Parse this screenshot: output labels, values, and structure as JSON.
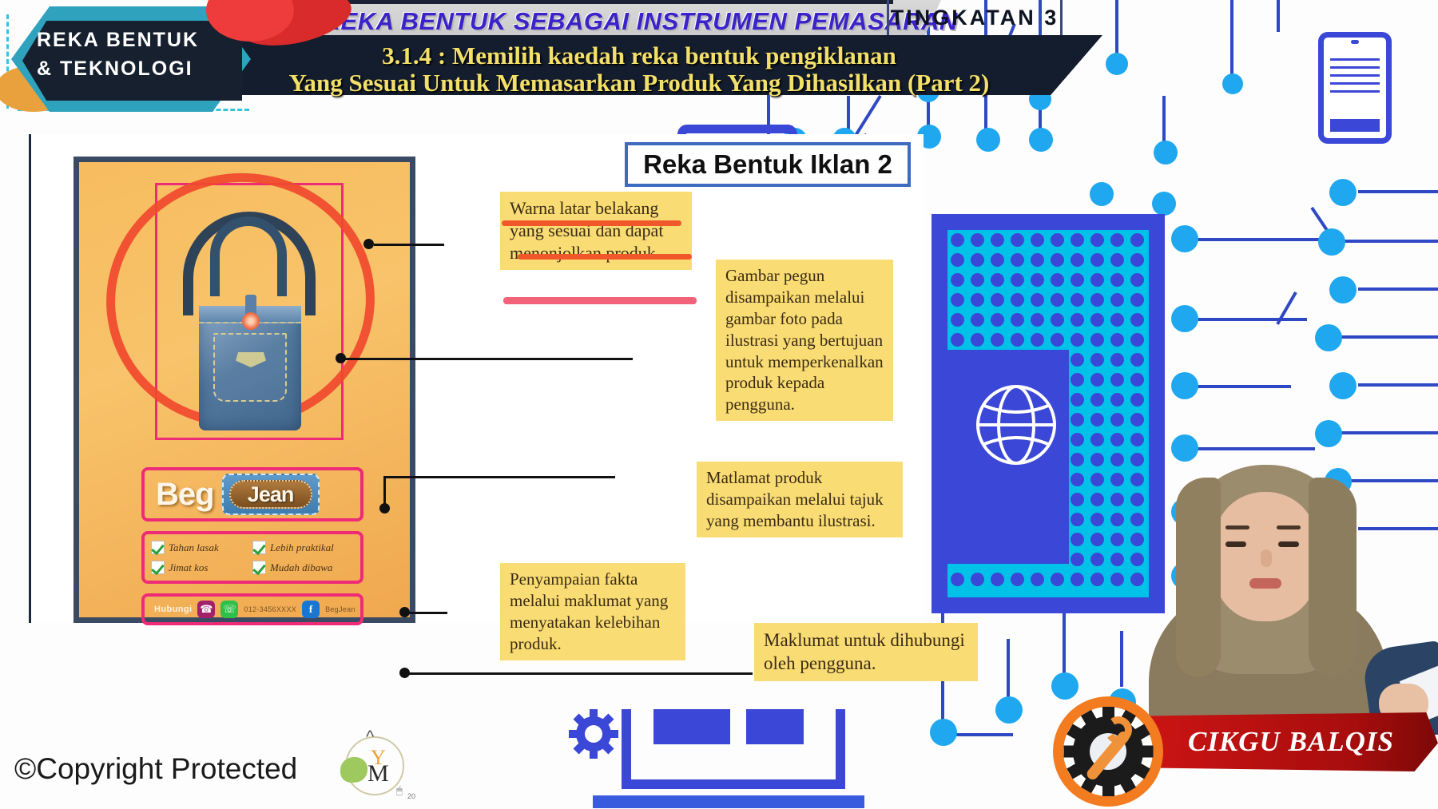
{
  "header": {
    "logo_line1": "REKA BENTUK",
    "logo_line2": "& TEKNOLOGI",
    "topic_code": "3.1 : REKA BENTUK SEBAGAI INSTRUMEN PEMASARAN",
    "form_label": "TINGKATAN 3",
    "subtitle_line1": "3.1.4 : Memilih kaedah reka bentuk pengiklanan",
    "subtitle_line2": "Yang Sesuai Untuk Memasarkan Produk Yang Dihasilkan (Part 2)"
  },
  "slide": {
    "title": "Reka Bentuk Iklan 2",
    "callouts": [
      {
        "id": "c1",
        "text": "Warna latar belakang yang sesuai dan dapat menonjolkan produk."
      },
      {
        "id": "c2",
        "text": "Gambar pegun disampaikan melalui gambar foto pada ilustrasi yang bertujuan untuk memperkenalkan produk kepada pengguna."
      },
      {
        "id": "c3",
        "text": "Matlamat produk disampaikan melalui tajuk yang membantu ilustrasi."
      },
      {
        "id": "c4",
        "text": "Penyampaian fakta melalui maklumat yang menyatakan kelebihan produk."
      },
      {
        "id": "c5",
        "text": "Maklumat untuk dihubungi oleh pengguna."
      }
    ]
  },
  "poster": {
    "brand_word1": "Beg",
    "brand_word2": "Jean",
    "features": [
      "Tahan lasak",
      "Lebih praktikal",
      "Jimat kos",
      "Mudah dibawa"
    ],
    "contact_label": "Hubungi",
    "phone": "012-3456XXXX",
    "facebook": "BegJean"
  },
  "footer": {
    "copyright": "©Copyright Protected",
    "presenter_name": "CIKGU BALQIS"
  },
  "colors": {
    "header_dark": "#141d2e",
    "title_blue": "#3b22c9",
    "subtitle_yellow": "#f2e06a",
    "callout_yellow": "#fadc74",
    "poster_orange": "#f7bc5f",
    "accent_pink": "#ee2b77",
    "circuit_blue": "#3b47d6",
    "banner_red": "#cc1414"
  }
}
